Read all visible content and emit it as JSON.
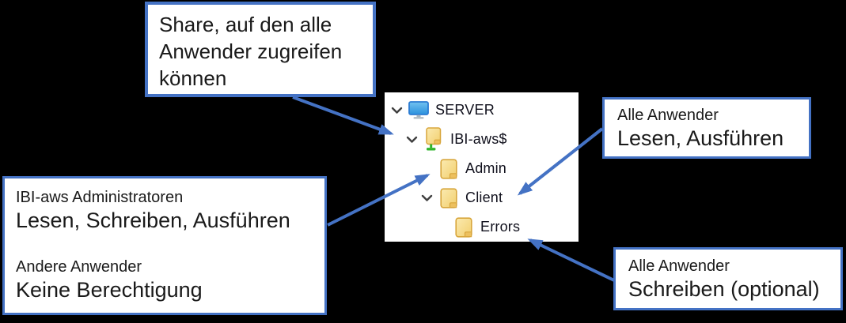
{
  "colors": {
    "background": "#000000",
    "accent_blue": "#4472c4",
    "panel_bg": "#ffffff",
    "tree_text": "#10101c",
    "folder_yellow": "#f2cf6e",
    "folder_outline": "#d8a63c",
    "share_green": "#2fb52b",
    "monitor_blue": "#2f9ae3",
    "chevron_gray": "#3f3f3f"
  },
  "callouts": {
    "share": {
      "lines": [
        "Share, auf den alle",
        "Anwender zugreifen",
        "können"
      ]
    },
    "admin_permissions": {
      "group1_title": "IBI-aws Administratoren",
      "group1_value": "Lesen, Schreiben, Ausführen",
      "group2_title": "Andere Anwender",
      "group2_value": "Keine Berechtigung"
    },
    "client_permissions": {
      "title": "Alle Anwender",
      "value": "Lesen, Ausführen"
    },
    "errors_permissions": {
      "title": "Alle Anwender",
      "value": "Schreiben (optional)"
    }
  },
  "tree": {
    "items": [
      {
        "label": "SERVER",
        "icon": "computer-icon",
        "level": 0,
        "expanded": true
      },
      {
        "label": "IBI-aws$",
        "icon": "shared-folder-icon",
        "level": 1,
        "expanded": true
      },
      {
        "label": "Admin",
        "icon": "folder-icon",
        "level": 2,
        "expanded": false
      },
      {
        "label": "Client",
        "icon": "folder-icon",
        "level": 2,
        "expanded": true
      },
      {
        "label": "Errors",
        "icon": "folder-icon",
        "level": 3,
        "expanded": false
      }
    ]
  }
}
